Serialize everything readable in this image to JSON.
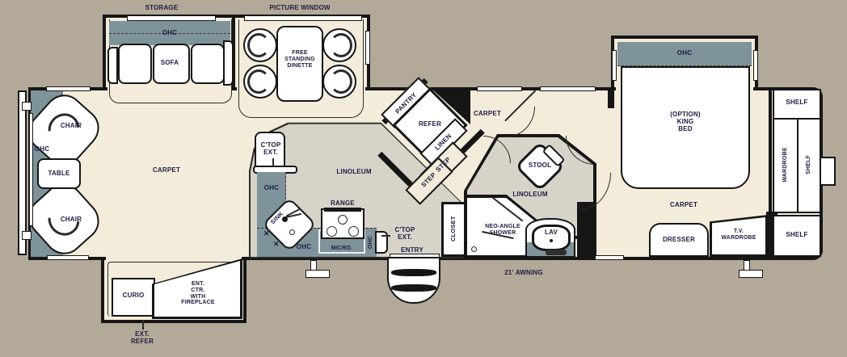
{
  "colors": {
    "exterior": "#b2a999",
    "floor": "#f4ecda",
    "linoleum": "#d7d3c9",
    "cabinet": "#7e939a",
    "wall": "#161616",
    "label_text": "#1c1c44"
  },
  "common": {
    "ohc": "OHC",
    "carpet": "CARPET",
    "linoleum": "LINOLEUM",
    "shelf": "SHELF",
    "step": "STEP",
    "chair": "CHAIR",
    "ctop_ext": "C'TOP\nEXT."
  },
  "exterior": {
    "storage": "STORAGE",
    "picture_window": "PICTURE WINDOW",
    "awning": "21' AWNING",
    "entry": "ENTRY",
    "ext_refer": "EXT.\nREFER"
  },
  "living": {
    "sofa": "SOFA",
    "table": "TABLE",
    "dinette": "FREE\nSTANDING\nDINETTE",
    "curio": "CURIO",
    "ent_ctr": "ENT.\nCTR.\nWITH\nFIREPLACE"
  },
  "kitchen": {
    "sink": "SINK",
    "range": "RANGE",
    "micro": "MICRO.",
    "pantry": "PANTRY",
    "refer": "REFER",
    "linen": "LINEN"
  },
  "hall": {
    "closet": "CLOSET"
  },
  "bath": {
    "shower": "NEO-ANGLE\nSHOWER",
    "lav": "LAV",
    "stool": "STOOL"
  },
  "bedroom": {
    "king_bed": "(OPTION)\nKING\nBED",
    "dresser": "DRESSER",
    "tv_wardrobe": "T.V.\nWARDROBE",
    "wardrobe": "WARDROBE"
  }
}
